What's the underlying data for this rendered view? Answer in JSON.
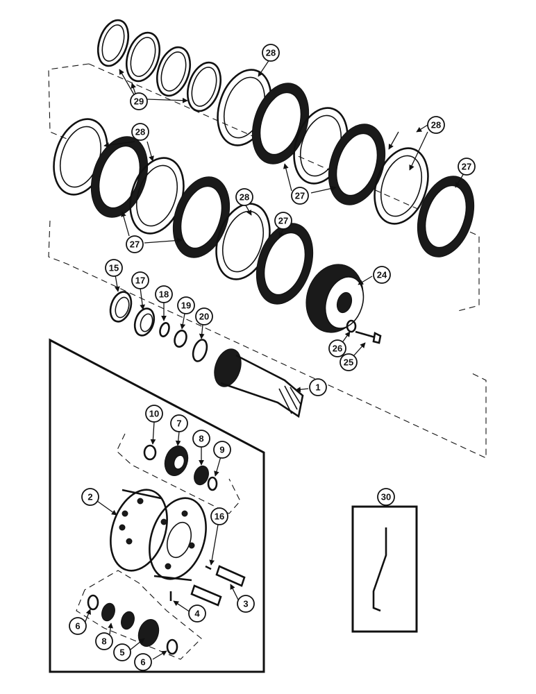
{
  "callouts": {
    "c29": "29",
    "c28a": "28",
    "c28b": "28",
    "c28c": "28",
    "c28d": "28",
    "c27a": "27",
    "c27b": "27",
    "c27c": "27",
    "c27d": "27",
    "c15": "15",
    "c17": "17",
    "c18": "18",
    "c19": "19",
    "c20": "20",
    "c24": "24",
    "c26": "26",
    "c25": "25",
    "c1": "1",
    "c10": "10",
    "c7": "7",
    "c8a": "8",
    "c9": "9",
    "c2": "2",
    "c16": "16",
    "c3": "3",
    "c4": "4",
    "c6a": "6",
    "c8b": "8",
    "c5": "5",
    "c6b": "6",
    "c30": "30"
  }
}
